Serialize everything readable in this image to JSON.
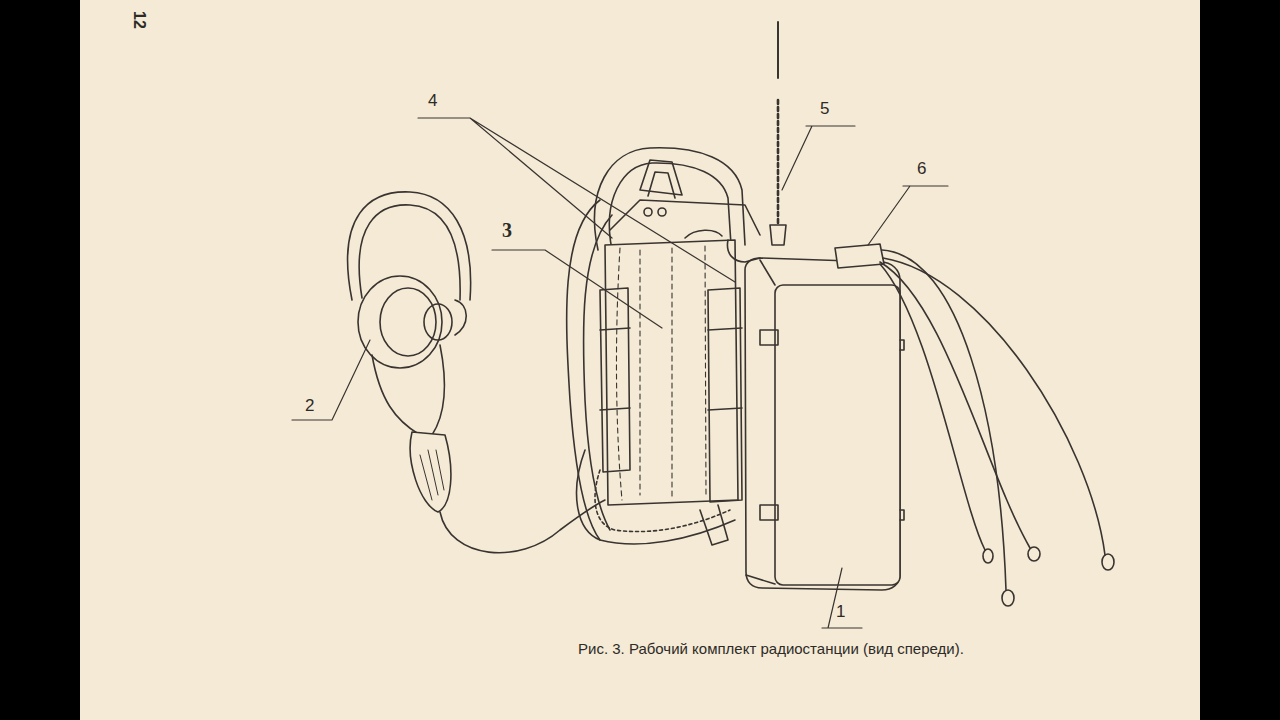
{
  "diagram": {
    "caption": "Рис. 3. Рабочий комплект радиостанции (вид спереди).",
    "labels": [
      "12",
      "4",
      "5",
      "6",
      "3",
      "2",
      "1"
    ]
  }
}
